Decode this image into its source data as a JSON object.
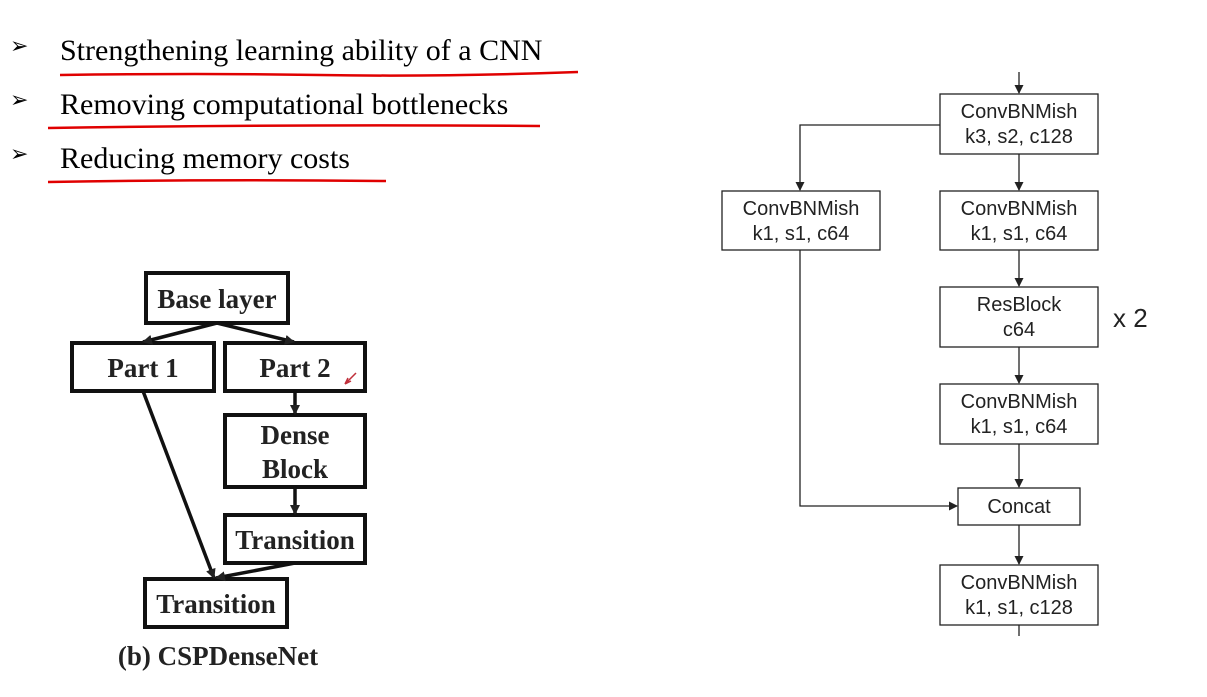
{
  "bullets": [
    "Strengthening learning ability of a CNN",
    "Removing computational bottlenecks",
    "Reducing memory costs"
  ],
  "bullet_glyph": "➢",
  "underline_color": "#e00000",
  "csp_diagram": {
    "caption": "(b) CSPDenseNet",
    "nodes": {
      "base_layer": "Base layer",
      "part1": "Part 1",
      "part2": "Part 2",
      "dense_block_line1": "Dense",
      "dense_block_line2": "Block",
      "transition_inner": "Transition",
      "transition_final": "Transition"
    }
  },
  "block_diagram": {
    "nodes": {
      "top": [
        "ConvBNMish",
        "k3, s2, c128"
      ],
      "left": [
        "ConvBNMish",
        "k1, s1, c64"
      ],
      "right1": [
        "ConvBNMish",
        "k1, s1, c64"
      ],
      "resblock": [
        "ResBlock",
        "c64"
      ],
      "right2": [
        "ConvBNMish",
        "k1, s1, c64"
      ],
      "concat": [
        "Concat"
      ],
      "bottom": [
        "ConvBNMish",
        "k1, s1, c128"
      ]
    },
    "repeat_label": "x 2"
  }
}
